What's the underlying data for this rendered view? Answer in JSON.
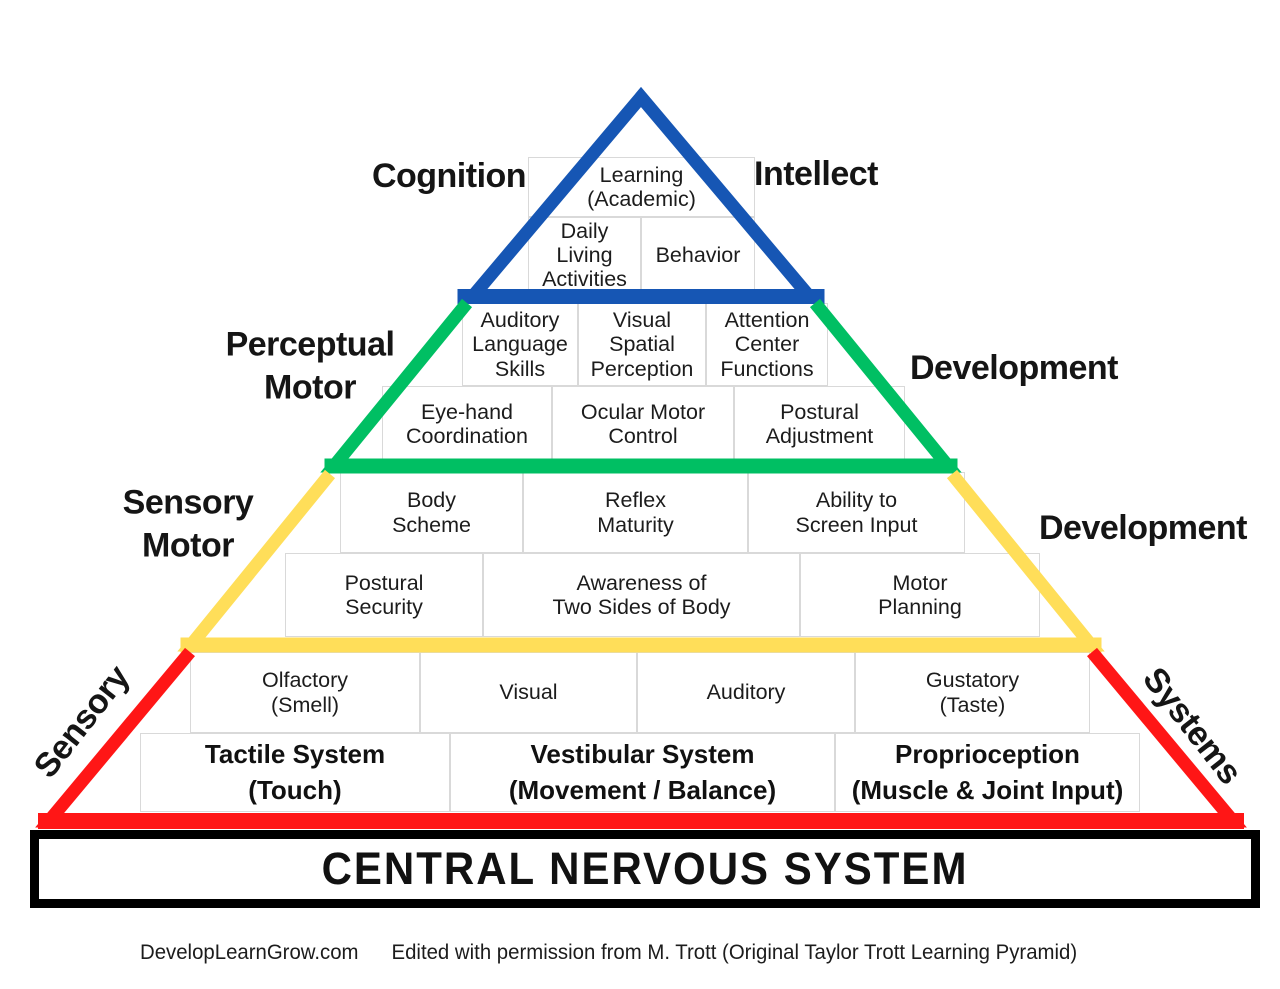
{
  "colors": {
    "blue": "#1656b4",
    "green": "#00bf63",
    "yellow": "#ffde59",
    "red": "#ff1616",
    "black": "#000000",
    "grid_line": "#d9d9d9"
  },
  "tiers": [
    {
      "name": "cognition-intellect",
      "color": "#1656b4",
      "label_left": "Cognition",
      "label_right": "Intellect",
      "cells": {
        "learning": "Learning\n(Academic)",
        "daily_living": "Daily\nLiving\nActivities",
        "behavior": "Behavior"
      }
    },
    {
      "name": "perceptual-motor-development",
      "color": "#00bf63",
      "label_left": "Perceptual\nMotor",
      "label_right": "Development",
      "cells": {
        "auditory_language": "Auditory\nLanguage\nSkills",
        "visual_spatial": "Visual\nSpatial\nPerception",
        "attention_center": "Attention\nCenter\nFunctions",
        "eye_hand": "Eye-hand\nCoordination",
        "ocular_motor": "Ocular Motor\nControl",
        "postural_adjustment": "Postural\nAdjustment"
      }
    },
    {
      "name": "sensory-motor-development",
      "color": "#ffde59",
      "label_left": "Sensory\nMotor",
      "label_right": "Development",
      "cells": {
        "body_scheme": "Body\nScheme",
        "reflex_maturity": "Reflex\nMaturity",
        "ability_screen": "Ability to\nScreen Input",
        "postural_security": "Postural\nSecurity",
        "awareness": "Awareness of\nTwo Sides of Body",
        "motor_planning": "Motor\nPlanning"
      }
    },
    {
      "name": "sensory-systems",
      "color": "#ff1616",
      "label_left": "Sensory",
      "label_right": "Systems",
      "cells": {
        "olfactory": "Olfactory\n(Smell)",
        "visual": "Visual",
        "auditory": "Auditory",
        "gustatory": "Gustatory\n(Taste)",
        "tactile": "Tactile System\n(Touch)",
        "vestibular": "Vestibular System\n(Movement / Balance)",
        "proprioception": "Proprioception\n(Muscle & Joint Input)"
      }
    }
  ],
  "base": {
    "title": "CENTRAL NERVOUS SYSTEM"
  },
  "footer": {
    "site": "DevelopLearnGrow.com",
    "credit": "Edited with permission from M. Trott (Original Taylor Trott Learning Pyramid)"
  }
}
